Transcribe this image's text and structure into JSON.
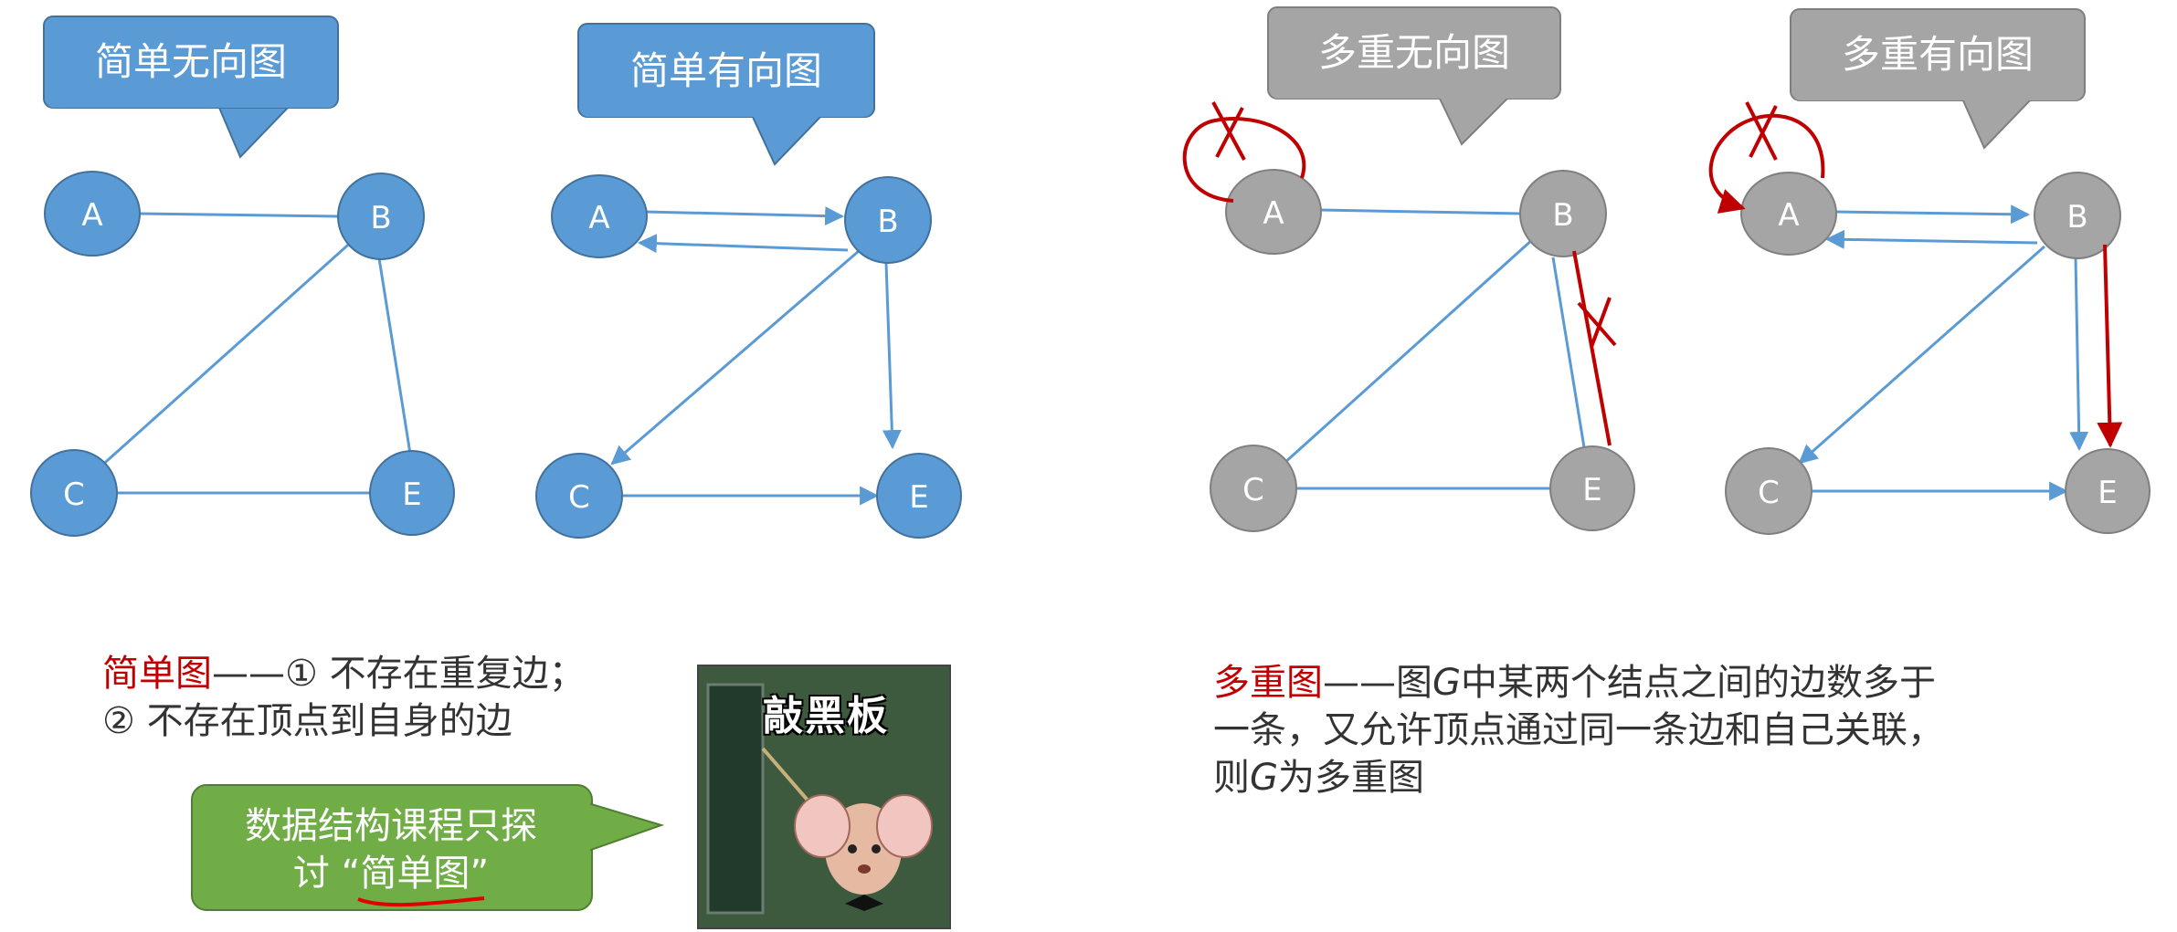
{
  "diagrams": {
    "simple_undirected": {
      "callout": "简单无向图",
      "nodes": {
        "A": "A",
        "B": "B",
        "C": "C",
        "E": "E"
      }
    },
    "simple_directed": {
      "callout": "简单有向图",
      "nodes": {
        "A": "A",
        "B": "B",
        "C": "C",
        "E": "E"
      }
    },
    "multi_undirected": {
      "callout": "多重无向图",
      "nodes": {
        "A": "A",
        "B": "B",
        "C": "C",
        "E": "E"
      }
    },
    "multi_directed": {
      "callout": "多重有向图",
      "nodes": {
        "A": "A",
        "B": "B",
        "C": "C",
        "E": "E"
      }
    }
  },
  "simple_def": {
    "term": "简单图",
    "line1_rest": "——① 不存在重复边；",
    "line2": "② 不存在顶点到自身的边"
  },
  "green_callout": {
    "line1": "数据结构课程只探",
    "line2_prefix": "讨 “",
    "line2_term": "简单图",
    "line2_suffix": "”"
  },
  "meme": {
    "title": "敲黑板"
  },
  "multi_def": {
    "term": "多重图",
    "line1_a": "——图",
    "G": "G",
    "line1_b": "中某两个结点之间的边数多于",
    "line2": "一条，又允许顶点通过同一条边和自己关联，",
    "line3_a": "则",
    "line3_b": "为多重图"
  },
  "colors": {
    "blue_node": "#5b9bd5",
    "gray_node": "#a5a5a5",
    "edge_blue": "#5b9bd5",
    "annotation_red": "#c00000",
    "green_callout": "#70ad47"
  }
}
